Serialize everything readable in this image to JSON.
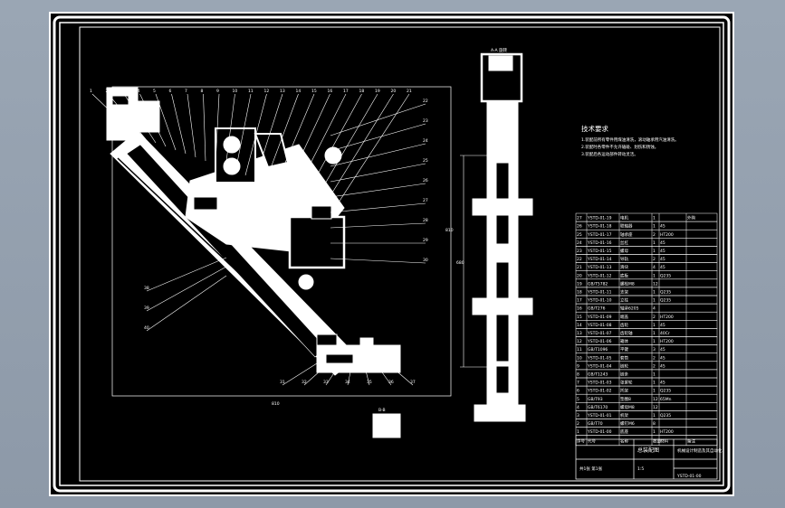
{
  "drawing": {
    "tech_title": "技术要求",
    "tech_notes": [
      "1.装配前所有零件用煤油清洗，滚动轴承用汽油清洗。",
      "2.装配时各零件不允许磕碰、划伤和锈蚀。",
      "3.装配后各运动部件转动灵活。"
    ],
    "part_numbers_top": [
      "1",
      "2",
      "3",
      "4",
      "5",
      "6",
      "7",
      "8",
      "9",
      "10",
      "11",
      "12",
      "13",
      "14",
      "15",
      "16",
      "17",
      "18",
      "19",
      "20",
      "21"
    ],
    "part_numbers_right": [
      "22",
      "23",
      "24",
      "25",
      "26",
      "27",
      "28",
      "29",
      "30"
    ],
    "part_numbers_bottom": [
      "31",
      "32",
      "33",
      "34",
      "35",
      "36",
      "37"
    ],
    "part_numbers_left": [
      "38",
      "39",
      "40"
    ],
    "dimensions": {
      "width": "810",
      "height": "810",
      "side": "680"
    },
    "view_label_top": "A-A 旋转",
    "view_label_small": "B-B",
    "bom_rows": [
      [
        "27",
        "YSTD-01-19",
        "电机",
        "1",
        "",
        "外购"
      ],
      [
        "26",
        "YSTD-01-18",
        "联轴器",
        "1",
        "45",
        ""
      ],
      [
        "25",
        "YSTD-01-17",
        "轴承座",
        "2",
        "HT200",
        ""
      ],
      [
        "24",
        "YSTD-01-16",
        "丝杠",
        "1",
        "45",
        ""
      ],
      [
        "23",
        "YSTD-01-15",
        "螺母",
        "1",
        "45",
        ""
      ],
      [
        "22",
        "YSTD-01-14",
        "导轨",
        "2",
        "45",
        ""
      ],
      [
        "21",
        "YSTD-01-13",
        "滑块",
        "4",
        "45",
        ""
      ],
      [
        "20",
        "YSTD-01-12",
        "底板",
        "1",
        "Q235",
        ""
      ],
      [
        "19",
        "GB/T5782",
        "螺栓M8",
        "12",
        "",
        ""
      ],
      [
        "18",
        "YSTD-01-11",
        "支架",
        "1",
        "Q235",
        ""
      ],
      [
        "17",
        "YSTD-01-10",
        "立柱",
        "1",
        "Q235",
        ""
      ],
      [
        "16",
        "GB/T276",
        "轴承6205",
        "4",
        "",
        ""
      ],
      [
        "15",
        "YSTD-01-09",
        "端盖",
        "2",
        "HT200",
        ""
      ],
      [
        "14",
        "YSTD-01-08",
        "齿轮",
        "1",
        "45",
        ""
      ],
      [
        "13",
        "YSTD-01-07",
        "齿轮轴",
        "1",
        "40Cr",
        ""
      ],
      [
        "12",
        "YSTD-01-06",
        "箱体",
        "1",
        "HT200",
        ""
      ],
      [
        "11",
        "GB/T1096",
        "平键",
        "3",
        "45",
        ""
      ],
      [
        "10",
        "YSTD-01-05",
        "套筒",
        "2",
        "45",
        ""
      ],
      [
        "9",
        "YSTD-01-04",
        "链轮",
        "2",
        "45",
        ""
      ],
      [
        "8",
        "GB/T1243",
        "链条",
        "1",
        "",
        ""
      ],
      [
        "7",
        "YSTD-01-03",
        "张紧轮",
        "1",
        "45",
        ""
      ],
      [
        "6",
        "YSTD-01-02",
        "托架",
        "1",
        "Q235",
        ""
      ],
      [
        "5",
        "GB/T93",
        "垫圈8",
        "12",
        "65Mn",
        ""
      ],
      [
        "4",
        "GB/T6170",
        "螺母M8",
        "12",
        "",
        ""
      ],
      [
        "3",
        "YSTD-01-01",
        "机架",
        "1",
        "Q235",
        ""
      ],
      [
        "2",
        "GB/T70",
        "螺钉M6",
        "8",
        "",
        ""
      ],
      [
        "1",
        "YSTD-01-00",
        "底座",
        "1",
        "HT200",
        ""
      ]
    ],
    "bom_header": [
      "序号",
      "代号",
      "名称",
      "数量",
      "材料",
      "备注"
    ],
    "title_block": {
      "name": "总装配图",
      "drawing_no": "YSTD-01-00",
      "school": "机械设计制造及其自动化",
      "scale": "1:5",
      "sheet": "共1张 第1张"
    }
  }
}
